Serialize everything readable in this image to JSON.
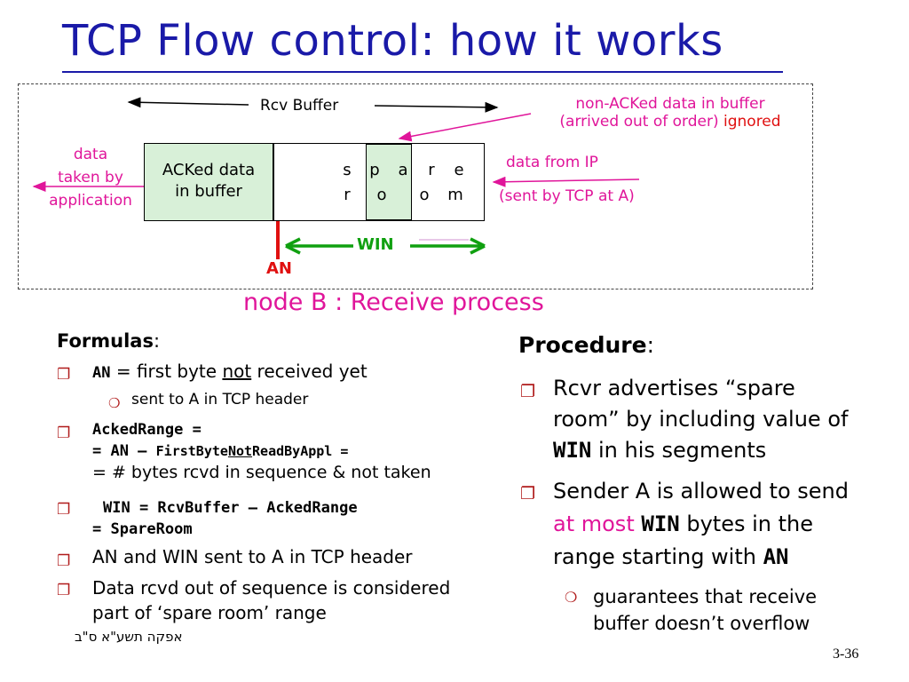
{
  "title": "TCP Flow control: how it works",
  "diagram": {
    "rcv_buffer_label": "Rcv Buffer",
    "non_acked_line1": "non-ACKed data in buffer",
    "non_acked_line2": "(arrived out of order)",
    "ignored_label": "ignored",
    "data_taken_line1": "data",
    "data_taken_line2": "taken by",
    "data_taken_line3": "application",
    "acked_line1": "ACKed data",
    "acked_line2": "in buffer",
    "spare_cells_row1": [
      "s",
      "p",
      "a",
      "r",
      "e"
    ],
    "spare_cells_row2": [
      "r",
      "o",
      "o",
      "m"
    ],
    "data_from_ip": "data from IP",
    "sent_by_tcp": "(sent by TCP at A)",
    "win_label": "WIN",
    "an_label": "AN",
    "node_caption": "node B : Receive process",
    "colors": {
      "magenta": "#e0159a",
      "red": "#e01010",
      "green": "#10a010",
      "title_blue": "#1a1aa8",
      "buffer_green": "#d8f0d8"
    }
  },
  "formulas": {
    "heading": "Formulas",
    "heading_colon": ":",
    "items": [
      {
        "code": "AN",
        "text_pre": " = first byte ",
        "underlined": "not",
        "text_post": " received yet"
      },
      {
        "sub": "sent to A in TCP header"
      },
      {
        "line1": "AckedRange =",
        "line2_pre": "= AN – ",
        "line2_code_a": "FirstByte",
        "line2_code_u": "Not",
        "line2_code_b": "ReadByAppl =",
        "line3": "= # bytes rcvd in sequence & not taken"
      },
      {
        "line1": "WIN = RcvBuffer – AckedRange",
        "line2": "= SpareRoom"
      },
      {
        "text": "AN and WIN sent to A in TCP header"
      },
      {
        "line1": "Data rcvd out of sequence is considered",
        "line2": "part of ‘spare room’ range"
      }
    ]
  },
  "procedure": {
    "heading": "Procedure",
    "heading_colon": ":",
    "item1_line1": "Rcvr advertises “spare",
    "item1_line2": "room” by including value of",
    "item1_code": "WIN",
    "item1_line3_rest": " in his segments",
    "item2_line1": "Sender A is allowed to send",
    "item2_at_most": "at most",
    "item2_code": "WIN",
    "item2_line2_rest": " bytes in the",
    "item2_line3": "range starting with ",
    "item2_code2": "AN",
    "sub_line1": "guarantees that receive",
    "sub_line2": "buffer doesn’t overflow"
  },
  "footer": {
    "hebrew": "אפקה תשע\"א ס\"ב",
    "page": "3-36"
  }
}
